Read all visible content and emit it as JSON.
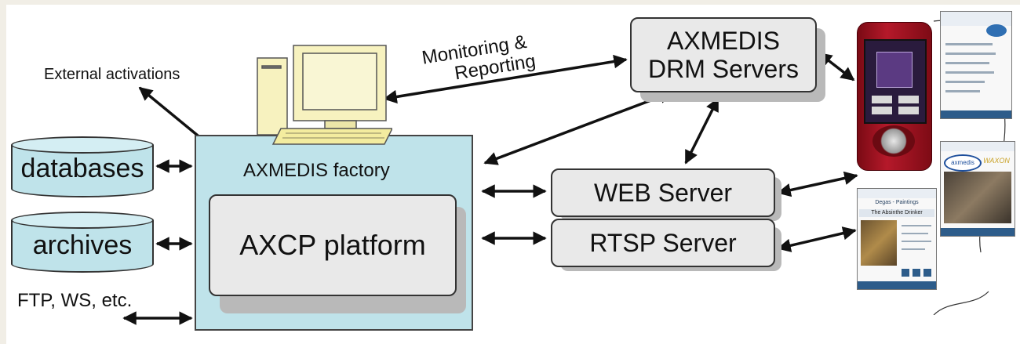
{
  "labels": {
    "external_activations": "External activations",
    "monitoring_line1": "Monitoring &",
    "monitoring_line2": "Reporting",
    "ftp_ws": "FTP, WS, etc.",
    "factory": "AXMEDIS factory"
  },
  "storage": {
    "databases": "databases",
    "archives": "archives"
  },
  "boxes": {
    "axcp": "AXCP platform",
    "drm_line1": "AXMEDIS",
    "drm_line2": "DRM Servers",
    "web": "WEB Server",
    "rtsp": "RTSP Server"
  },
  "devices": {
    "pda_header": "Degas - Paintings",
    "pda_title": "The Absinthe Drinker",
    "pda2_logos": [
      "axmedis",
      "WAXON"
    ]
  },
  "colors": {
    "factory_fill": "#bfe3ea",
    "box_fill": "#e9e9e9",
    "phone_red": "#b5192a"
  }
}
